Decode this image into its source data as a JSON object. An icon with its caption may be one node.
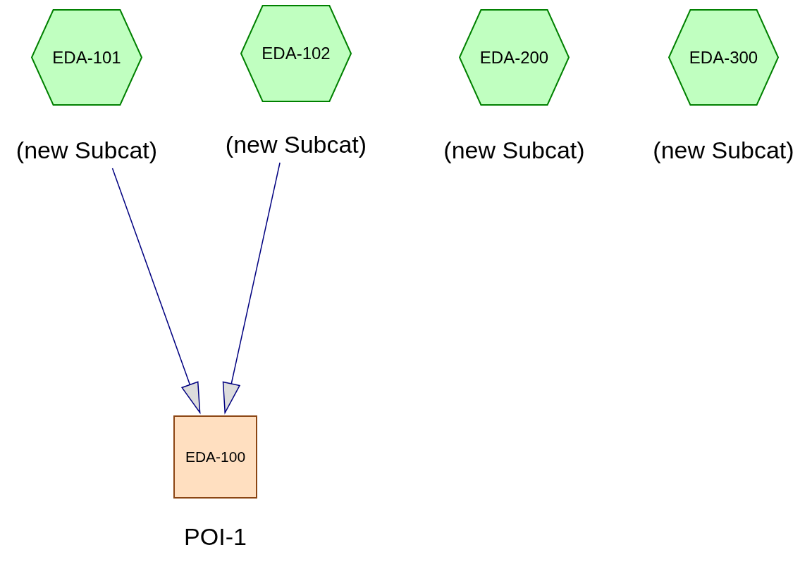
{
  "diagram": {
    "nodes": [
      {
        "text": [
          "EDA-101"
        ],
        "beside": [
          "(new Subcat)"
        ]
      },
      {
        "text": [
          "EDA-102"
        ],
        "beside": [
          "(new Subcat)"
        ]
      },
      {
        "text": [
          "EDA-200"
        ],
        "beside": [
          "(new Subcat)"
        ]
      },
      {
        "text": [
          "EDA-300"
        ],
        "beside": [
          "(new Subcat)"
        ]
      },
      {
        "text": [
          "EDA-100"
        ],
        "beside": [
          "POI-1"
        ]
      }
    ],
    "edges": [
      {
        "from": 0,
        "to": 4,
        "arrow": "to"
      },
      {
        "from": 1,
        "to": 4,
        "arrow": "to"
      }
    ]
  }
}
